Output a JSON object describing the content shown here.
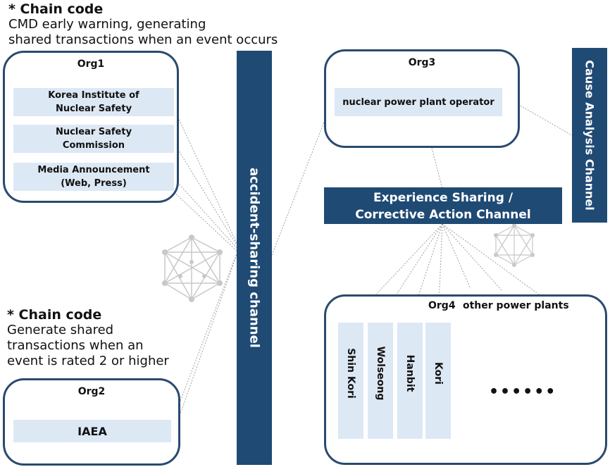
{
  "note_top": {
    "title": "* Chain code",
    "line1": "CMD early warning, generating",
    "line2": "shared transactions when an event occurs"
  },
  "note_mid": {
    "title": "* Chain code",
    "line1": "Generate shared",
    "line2": "transactions when an",
    "line3": "event is rated 2 or higher"
  },
  "org1": {
    "title": "Org1",
    "entries": [
      {
        "line1": "Korea Institute of",
        "line2": "Nuclear Safety"
      },
      {
        "line1": "Nuclear Safety",
        "line2": "Commission"
      },
      {
        "line1": "Media Announcement",
        "line2": "(Web, Press)"
      }
    ]
  },
  "org2": {
    "title": "Org2",
    "entry": "IAEA"
  },
  "org3": {
    "title": "Org3",
    "entry": "nuclear power plant operator"
  },
  "org4": {
    "title": "Org4",
    "subtitle": "other power plants",
    "plants": [
      "Shin Kori",
      "Wolseong",
      "Hanbit",
      "Kori"
    ],
    "more": "••••••"
  },
  "channels": {
    "accident": "accident-sharing channel",
    "experience_line1": "Experience Sharing /",
    "experience_line2": "Corrective Action Channel",
    "cause": "Cause Analysis Channel"
  },
  "colors": {
    "channel": "#1f4a74",
    "org_border": "#2a4a6e",
    "entry_fill": "#dde8f5",
    "connector": "#a0a0a0"
  }
}
